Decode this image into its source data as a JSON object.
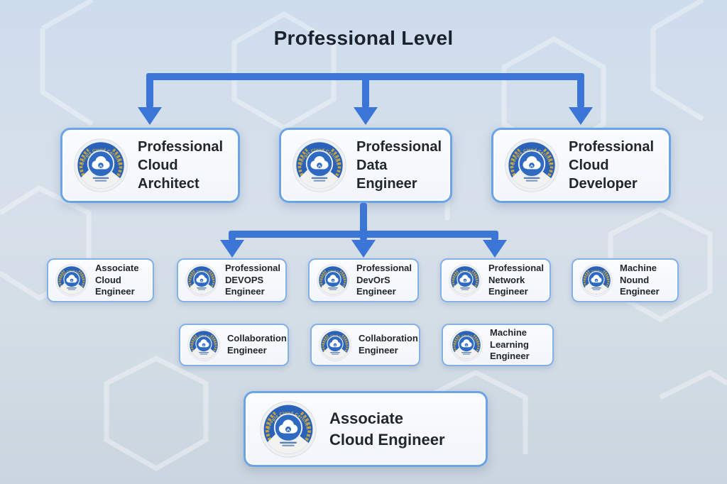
{
  "title": "Professional Level",
  "badge": {
    "icon": "certification-badge-icon",
    "arc_text": "Google Cloud Certified"
  },
  "level1": [
    {
      "line1": "Professional",
      "line2": "Cloud Architect"
    },
    {
      "line1": "Professional",
      "line2": "Data Engineer"
    },
    {
      "line1": "Professional",
      "line2": "Cloud Developer"
    }
  ],
  "level2": [
    {
      "line1": "Associate",
      "line2": "Cloud Engineer"
    },
    {
      "line1": "Professional",
      "line2": "DEVOPS Engineer"
    },
    {
      "line1": "Professional",
      "line2": "DevOrS Engineer"
    },
    {
      "line1": "Professional",
      "line2": "Network Engineer"
    },
    {
      "line1": "Machine",
      "line2": "Nound Engineer"
    }
  ],
  "level3": [
    {
      "line1": "Collaboration",
      "line2": "Engineer"
    },
    {
      "line1": "Collaboration",
      "line2": "Engineer"
    },
    {
      "line1": "Machine Learning",
      "line2": "Engineer"
    }
  ],
  "bottom": {
    "line1": "Associate",
    "line2": "Cloud Engineer"
  },
  "colors": {
    "arrow": "#3b76d6",
    "box_border": "#6ba4e6",
    "background": "#cfdce9",
    "badge_blue": "#2a62b9",
    "laurel_gold": "#c7a23a"
  }
}
